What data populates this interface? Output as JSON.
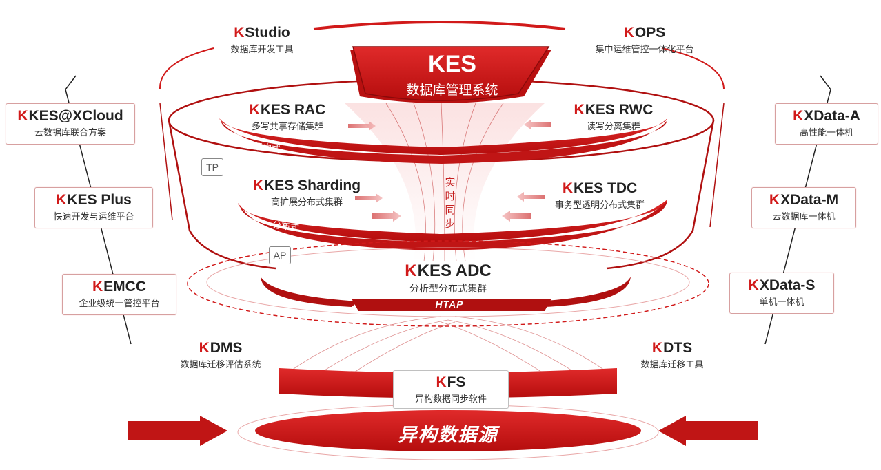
{
  "center": {
    "title": "KES",
    "subtitle": "数据库管理系统"
  },
  "top_left": {
    "title": "Studio",
    "subtitle": "数据库开发工具"
  },
  "top_right": {
    "title": "OPS",
    "subtitle": "集中运维管控一体化平台"
  },
  "left": [
    {
      "title": "KES@XCloud",
      "subtitle": "云数据库联合方案"
    },
    {
      "title": "KES Plus",
      "subtitle": "快速开发与运维平台"
    },
    {
      "title": "EMCC",
      "subtitle": "企业级统一管控平台"
    }
  ],
  "right": [
    {
      "title": "XData-A",
      "subtitle": "高性能一体机"
    },
    {
      "title": "XData-M",
      "subtitle": "云数据库一体机"
    },
    {
      "title": "XData-S",
      "subtitle": "单机一体机"
    }
  ],
  "inner": {
    "rac": {
      "title": "KES RAC",
      "subtitle": "多写共享存储集群"
    },
    "rwc": {
      "title": "KES RWC",
      "subtitle": "读写分离集群"
    },
    "sharding": {
      "title": "KES Sharding",
      "subtitle": "高扩展分布式集群"
    },
    "tdc": {
      "title": "KES TDC",
      "subtitle": "事务型透明分布式集群"
    },
    "adc": {
      "title": "KES ADC",
      "subtitle": "分析型分布式集群"
    }
  },
  "bands": {
    "centralized": "集中式",
    "distributed": "分布式",
    "htap": "HTAP",
    "realtime": "实时同步"
  },
  "tags": {
    "tp": "TP",
    "ap": "AP"
  },
  "bottom": {
    "dms": {
      "title": "DMS",
      "subtitle": "数据库迁移评估系统"
    },
    "dts": {
      "title": "DTS",
      "subtitle": "数据库迁移工具"
    },
    "fs": {
      "title": "FS",
      "subtitle": "异构数据同步软件"
    },
    "source": "异构数据源"
  },
  "logo_mark": "K",
  "colors": {
    "accent": "#d11a1a",
    "dark_red": "#b01010",
    "light_red": "#f3c5c5"
  }
}
